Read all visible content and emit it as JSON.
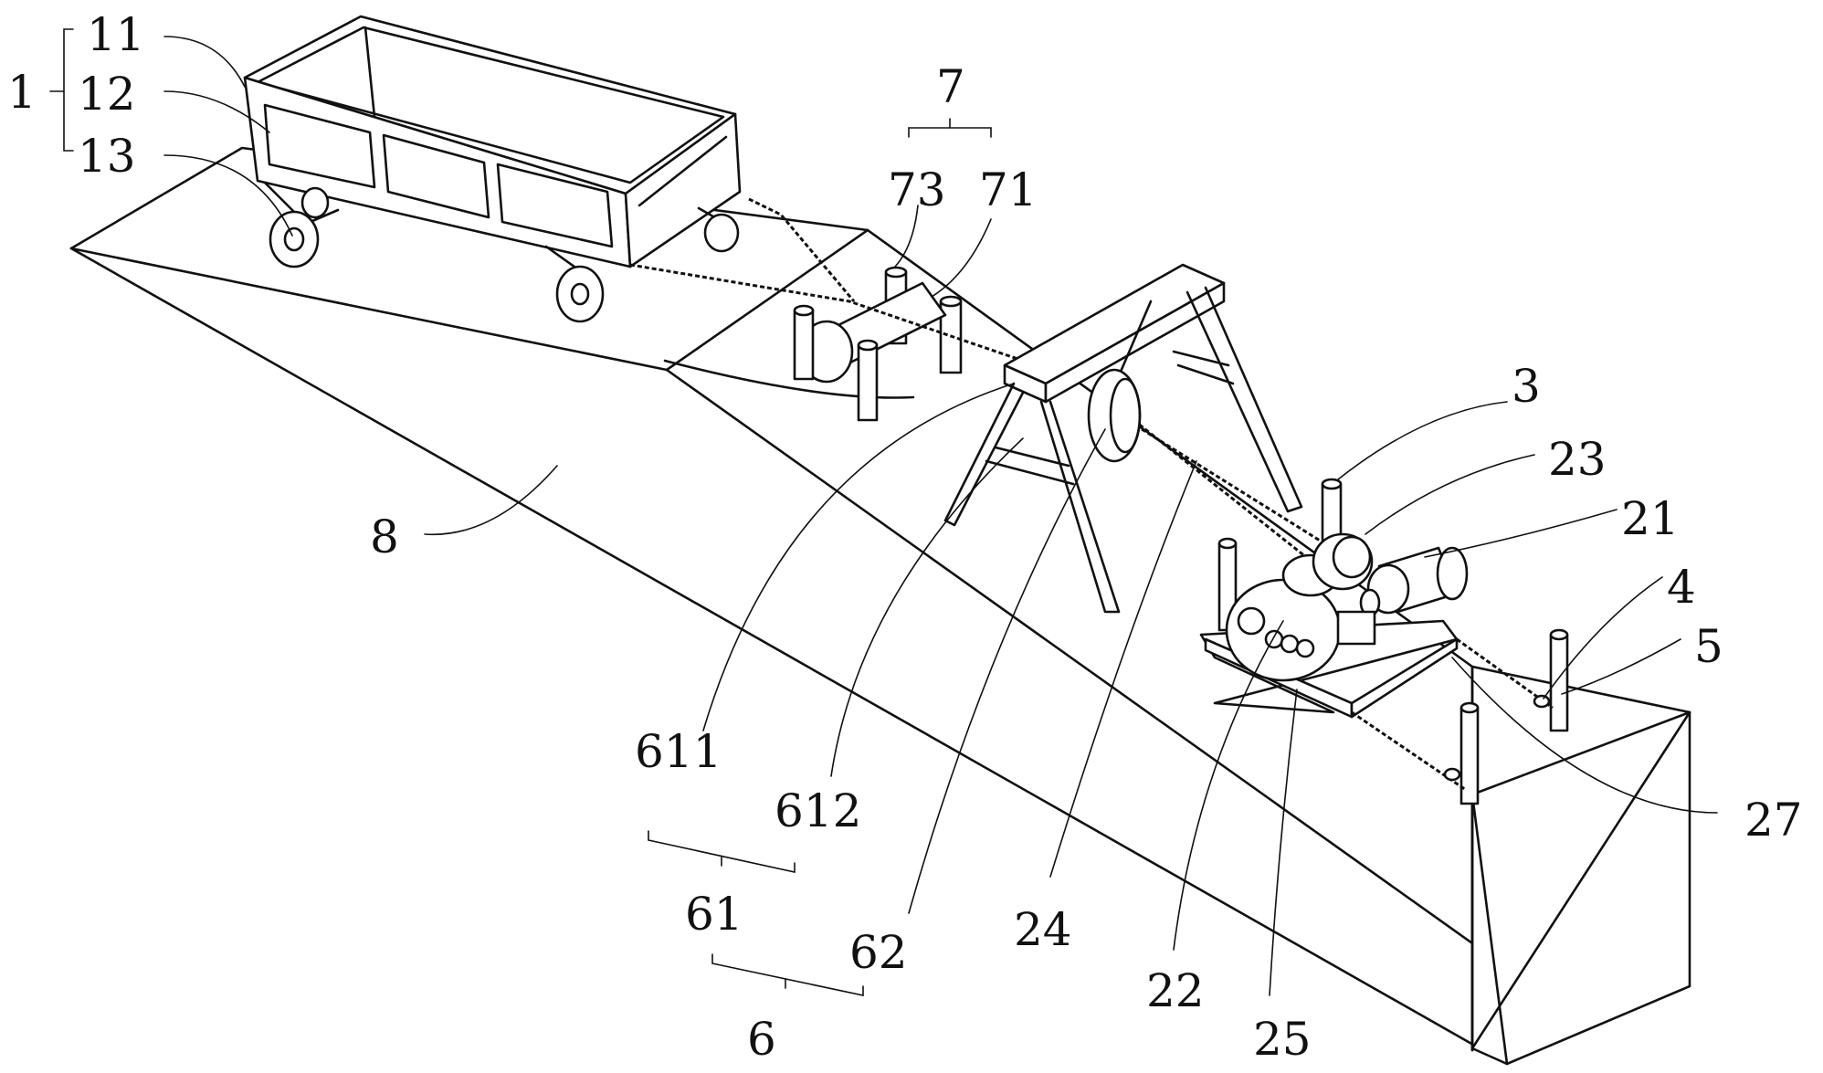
{
  "labels": {
    "l1": "1",
    "l11": "11",
    "l12": "12",
    "l13": "13",
    "l7": "7",
    "l73": "73",
    "l71": "71",
    "l3": "3",
    "l23": "23",
    "l21": "21",
    "l4": "4",
    "l5": "5",
    "l27": "27",
    "l8": "8",
    "l611": "611",
    "l612": "612",
    "l61": "61",
    "l62": "62",
    "l6": "6",
    "l24": "24",
    "l22": "22",
    "l25": "25"
  }
}
